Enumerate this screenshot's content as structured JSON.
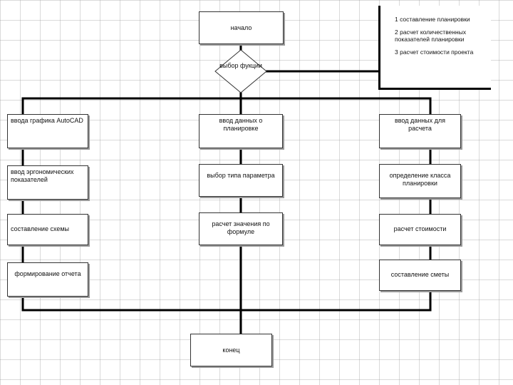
{
  "start": "начало",
  "decision": "выбор фукции",
  "legend": [
    "1 составление планировки",
    "2 расчет количественных показателей планировки",
    "3 расчет стоимости проекта"
  ],
  "branch1": [
    "ввода графика AutoCAD",
    "ввод эргономических показателей",
    "составление схемы",
    "формирование отчета"
  ],
  "branch2": [
    "ввод данных о планировке",
    "выбор типа параметра",
    "расчет значения по формуле"
  ],
  "branch3": [
    "ввод данных для расчета",
    "определение класса планировки",
    "расчет стоимости",
    "составление сметы"
  ],
  "end": "конец"
}
